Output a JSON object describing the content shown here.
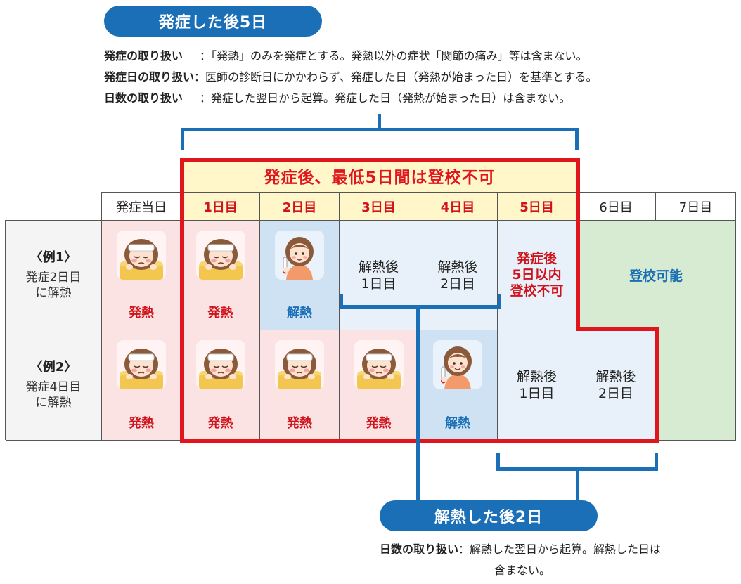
{
  "top_pill": "発症した後5日",
  "top_rules": [
    {
      "term": "発症の取り扱い",
      "sep": "：",
      "text": "「発熱」のみを発症とする。発熱以外の症状「関節の痛み」等は含まない。"
    },
    {
      "term": "発症日の取り扱い",
      "sep": "：",
      "text": "医師の診断日にかかわらず、発症した日（発熱が始まった日）を基準とする。"
    },
    {
      "term": "日数の取り扱い",
      "sep": "：",
      "text": "発症した翌日から起算。発症した日（発熱が始まった日）は含まない。"
    }
  ],
  "banner": "発症後、最低5日間は登校不可",
  "headers": [
    "発症当日",
    "1日目",
    "2日目",
    "3日目",
    "4日目",
    "5日目",
    "6日目",
    "7日目"
  ],
  "rows": [
    {
      "label_top": "〈例1〉",
      "label_line1": "発症2日目",
      "label_line2": "に解熱"
    },
    {
      "label_top": "〈例2〉",
      "label_line1": "発症4日目",
      "label_line2": "に解熱"
    }
  ],
  "status": {
    "fever": "発熱",
    "recovered": "解熱"
  },
  "after_fever": {
    "l1": "解熱後",
    "d1": "1日目",
    "d2": "2日目"
  },
  "no_school": {
    "l1": "発症後",
    "l2": "5日以内",
    "l3": "登校不可"
  },
  "can_attend": "登校可能",
  "bottom_pill": "解熱した後2日",
  "bottom_rule": {
    "term": "日数の取り扱い",
    "sep": "：",
    "line1": "解熱した翌日から起算。解熱した日は",
    "line2": "含まない。"
  },
  "colors": {
    "accent_blue": "#1a6fb6",
    "alert_red": "#e0161e",
    "fever_pink": "#fbe3e3",
    "recovered_blue": "#cfe2f4",
    "after_blue": "#e8f1fa",
    "attend_green": "#d7ead2",
    "header_yellow": "#fff6c9"
  }
}
